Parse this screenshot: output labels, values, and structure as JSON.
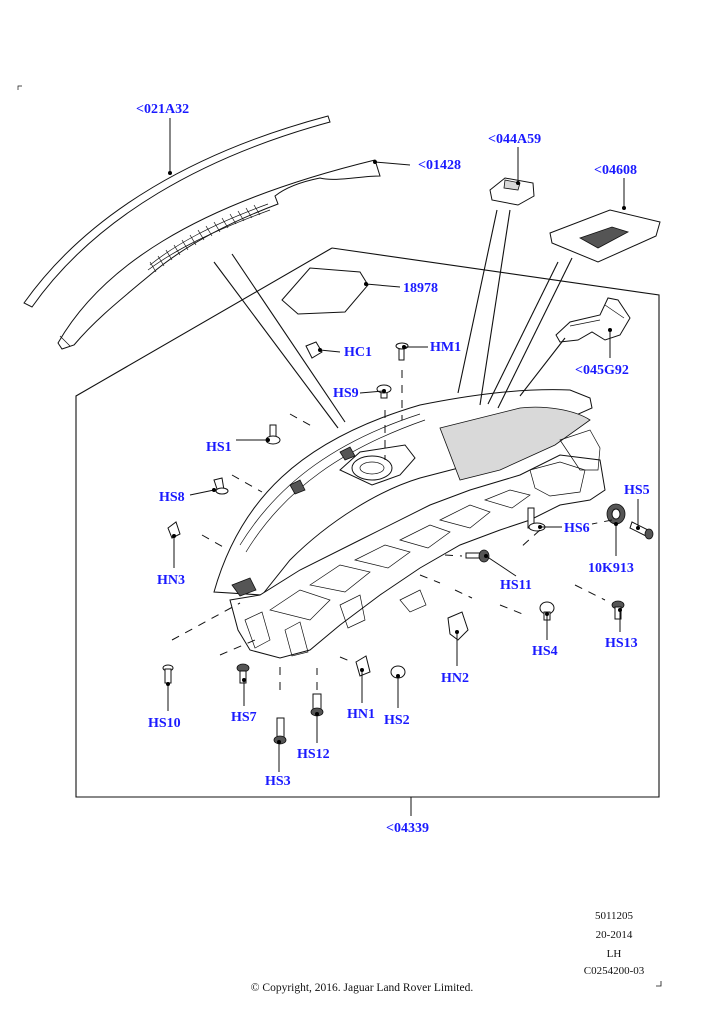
{
  "callouts": [
    {
      "id": "021A32",
      "text": "<021A32"
    },
    {
      "id": "01428",
      "text": "<01428"
    },
    {
      "id": "044A59",
      "text": "<044A59"
    },
    {
      "id": "04608",
      "text": "<04608"
    },
    {
      "id": "18978",
      "text": "18978"
    },
    {
      "id": "HC1",
      "text": "HC1"
    },
    {
      "id": "HM1",
      "text": "HM1"
    },
    {
      "id": "HS9",
      "text": "HS9"
    },
    {
      "id": "045G92",
      "text": "<045G92"
    },
    {
      "id": "HS1",
      "text": "HS1"
    },
    {
      "id": "HS8",
      "text": "HS8"
    },
    {
      "id": "HN3",
      "text": "HN3"
    },
    {
      "id": "HS5",
      "text": "HS5"
    },
    {
      "id": "HS6",
      "text": "HS6"
    },
    {
      "id": "10K913",
      "text": "10K913"
    },
    {
      "id": "HS11",
      "text": "HS11"
    },
    {
      "id": "HS4",
      "text": "HS4"
    },
    {
      "id": "HS13",
      "text": "HS13"
    },
    {
      "id": "HN2",
      "text": "HN2"
    },
    {
      "id": "HS10",
      "text": "HS10"
    },
    {
      "id": "HS7",
      "text": "HS7"
    },
    {
      "id": "HN1",
      "text": "HN1"
    },
    {
      "id": "HS2",
      "text": "HS2"
    },
    {
      "id": "HS12",
      "text": "HS12"
    },
    {
      "id": "HS3",
      "text": "HS3"
    },
    {
      "id": "04339",
      "text": "<04339"
    }
  ],
  "reference": {
    "number": "5011205",
    "date": "20-2014",
    "side": "LH",
    "code": "C0254200-03"
  },
  "copyright": "© Copyright, 2016. Jaguar Land Rover Limited."
}
